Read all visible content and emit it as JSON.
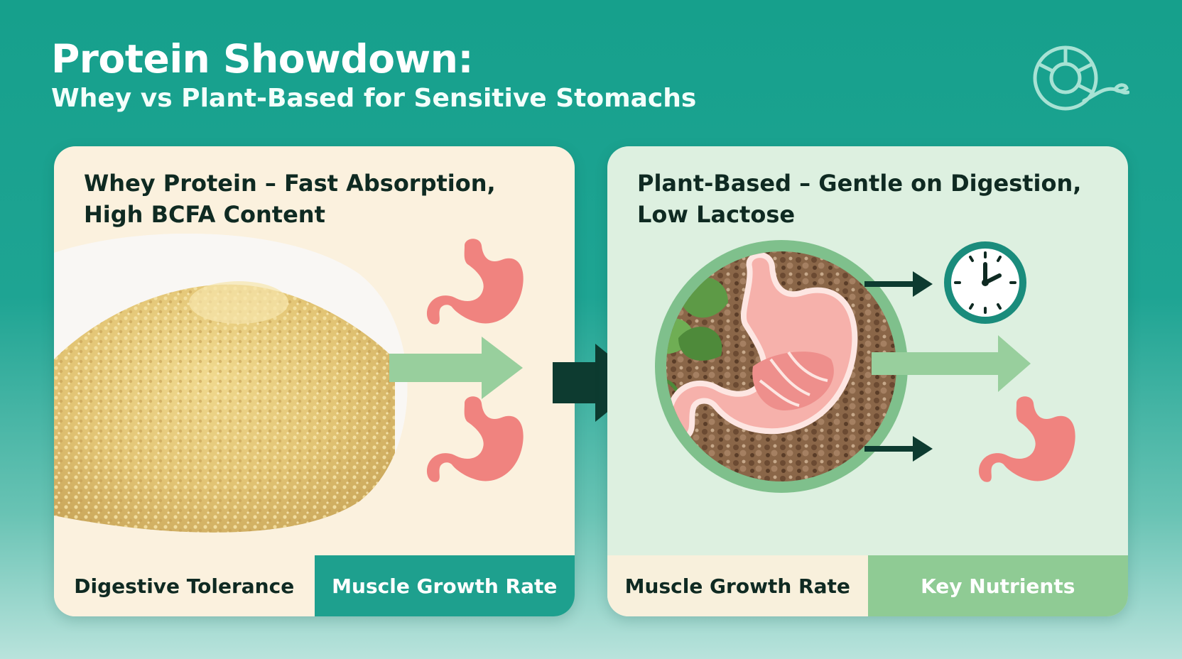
{
  "header": {
    "title": "Protein Showdown:",
    "subtitle": "Whey vs Plant-Based for Sensitive Stomachs"
  },
  "left_card": {
    "heading_line1": "Whey Protein – Fast Absorption,",
    "heading_line2": "High BCFA Content",
    "footer": [
      "Digestive Tolerance",
      "Muscle Growth Rate"
    ]
  },
  "right_card": {
    "heading_line1": "Plant-Based – Gentle on Digestion,",
    "heading_line2": "Low Lactose",
    "footer": [
      "Muscle Growth Rate",
      "Key Nutrients"
    ]
  },
  "colors": {
    "background": "#16a08c",
    "stomach": "#f0837f",
    "arrow_light": "#98cf9d",
    "arrow_dark": "#0d3b30",
    "teal": "#1ea08e"
  },
  "icons": [
    "logo-icon",
    "stomach-icon",
    "arrow-icon",
    "clock-icon",
    "protein-powder-bowl",
    "plant-stomach-illustration"
  ]
}
